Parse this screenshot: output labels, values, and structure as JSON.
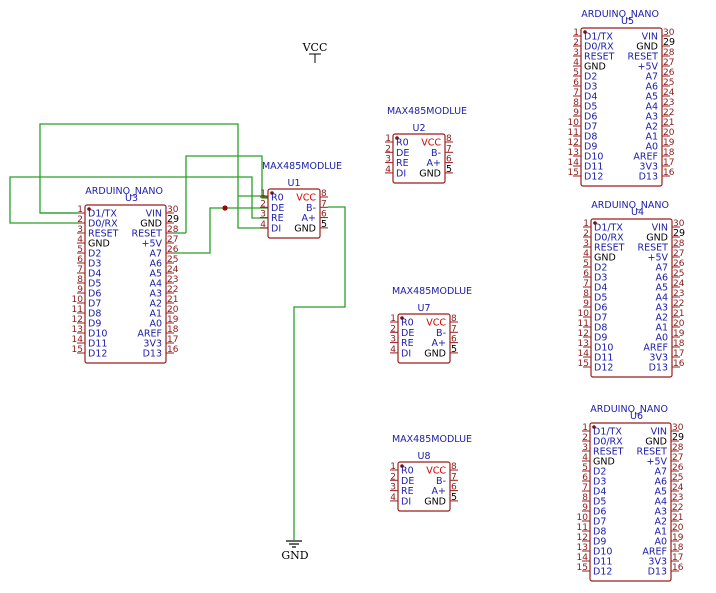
{
  "power": {
    "vcc": "VCC",
    "gnd": "GND"
  },
  "colors": {
    "body_stroke": "#9b1c1c",
    "wire": "#2aa02a",
    "text": "#1c1ca8",
    "vcc_text": "#d40000"
  },
  "arduino_left": [
    "D1/TX",
    "D0/RX",
    "RESET",
    "GND",
    "D2",
    "D3",
    "D4",
    "D5",
    "D6",
    "D7",
    "D8",
    "D9",
    "D10",
    "D11",
    "D12"
  ],
  "arduino_left_nums": [
    "1",
    "2",
    "3",
    "4",
    "5",
    "6",
    "7",
    "8",
    "9",
    "10",
    "11",
    "12",
    "13",
    "14",
    "15"
  ],
  "arduino_right": [
    "VIN",
    "GND",
    "RESET",
    "+5V",
    "A7",
    "A6",
    "A5",
    "A4",
    "A3",
    "A2",
    "A1",
    "A0",
    "AREF",
    "3V3",
    "D13"
  ],
  "arduino_right_nums": [
    "30",
    "29",
    "28",
    "27",
    "26",
    "25",
    "24",
    "23",
    "22",
    "21",
    "20",
    "19",
    "18",
    "17",
    "16"
  ],
  "max_left": [
    "R0",
    "DE",
    "RE",
    "DI"
  ],
  "max_left_nums": [
    "1",
    "2",
    "3",
    "4"
  ],
  "max_right": [
    "VCC",
    "B-",
    "A+",
    "GND"
  ],
  "max_right_nums": [
    "8",
    "7",
    "6",
    "5"
  ],
  "components": [
    {
      "kind": "nano",
      "name": "ARDUINO_NANO",
      "ref": "U3"
    },
    {
      "kind": "nano",
      "name": "ARDUINO_NANO",
      "ref": "U5"
    },
    {
      "kind": "nano",
      "name": "ARDUINO_NANO",
      "ref": "U4"
    },
    {
      "kind": "nano",
      "name": "ARDUINO_NANO",
      "ref": "U6"
    },
    {
      "kind": "max",
      "name": "MAX485MODLUE",
      "ref": "U1"
    },
    {
      "kind": "max",
      "name": "MAX485MODLUE",
      "ref": "U2"
    },
    {
      "kind": "max",
      "name": "MAX485MODLUE",
      "ref": "U7"
    },
    {
      "kind": "max",
      "name": "MAX485MODLUE",
      "ref": "U8"
    }
  ]
}
